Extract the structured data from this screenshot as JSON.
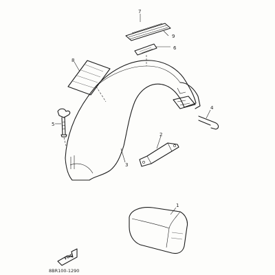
{
  "diagram": {
    "part_labels": {
      "p1": "1",
      "p2": "2",
      "p3": "3",
      "p4": "4",
      "p5": "5",
      "p6": "6",
      "p7": "7",
      "p8": "8",
      "p9": "9"
    },
    "forward_arrow": "FWD",
    "drawing_code": "8BR100-1290"
  }
}
